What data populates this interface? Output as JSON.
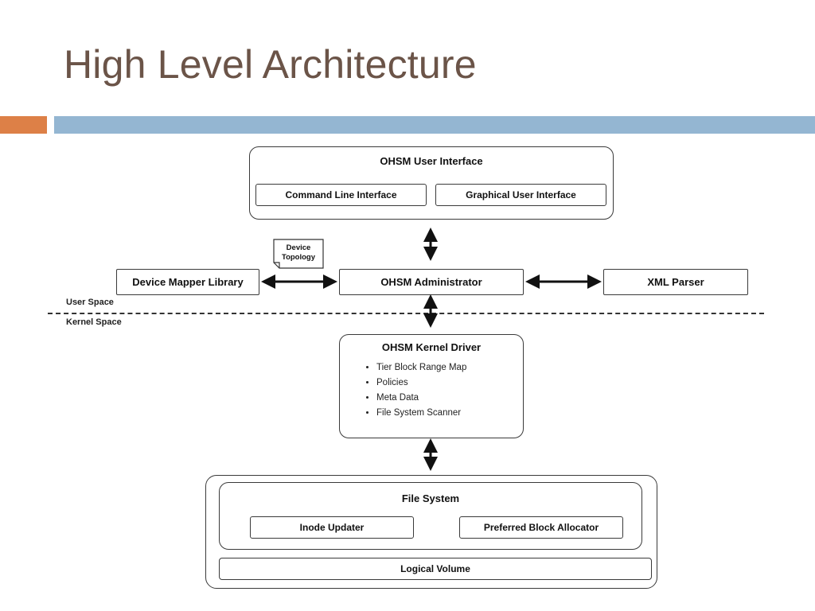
{
  "slide": {
    "title": "High Level Architecture"
  },
  "diagram": {
    "ui": {
      "title": "OHSM User Interface",
      "cli": "Command Line Interface",
      "gui": "Graphical User Interface"
    },
    "note": {
      "line1": "Device",
      "line2": "Topology"
    },
    "device_mapper": "Device Mapper Library",
    "admin": "OHSM Administrator",
    "xml_parser": "XML Parser",
    "user_space": "User Space",
    "kernel_space": "Kernel Space",
    "kernel": {
      "title": "OHSM Kernel Driver",
      "items": [
        "Tier Block Range Map",
        "Policies",
        "Meta Data",
        "File System Scanner"
      ]
    },
    "fs": {
      "title": "File System",
      "inode": "Inode Updater",
      "allocator": "Preferred Block Allocator"
    },
    "logical_volume": "Logical Volume"
  }
}
